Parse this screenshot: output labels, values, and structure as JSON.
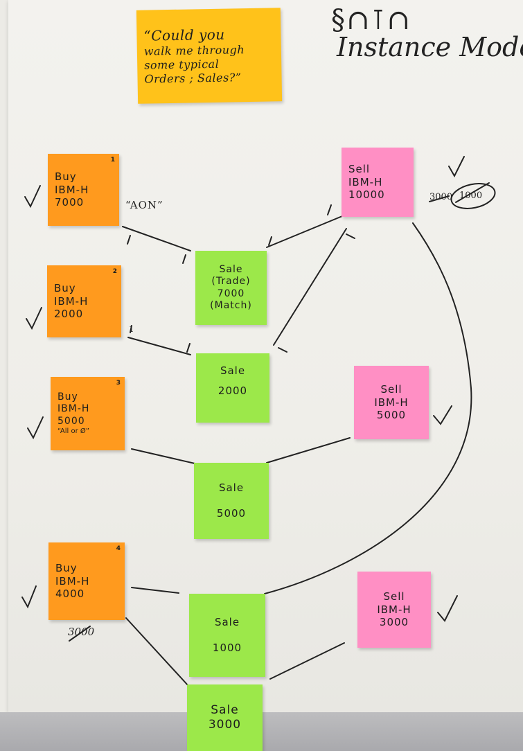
{
  "title": {
    "scribble": "§∩⊺∩",
    "text": "Instance Model"
  },
  "question_note": {
    "lines": [
      "“Could you",
      "walk me through",
      "some typical",
      "Orders ; Sales?”"
    ]
  },
  "buy_notes": [
    {
      "num": "1",
      "lines": [
        "Buy",
        "IBM-H",
        "7000"
      ]
    },
    {
      "num": "2",
      "lines": [
        "Buy",
        "IBM-H",
        "2000"
      ]
    },
    {
      "num": "3",
      "lines": [
        "Buy",
        "IBM-H",
        "5000",
        "“All or Ø”"
      ]
    },
    {
      "num": "4",
      "lines": [
        "Buy",
        "IBM-H",
        "4000"
      ]
    }
  ],
  "sell_notes": [
    {
      "lines": [
        "Sell",
        "IBM-H",
        "10000"
      ]
    },
    {
      "lines": [
        "Sell",
        "IBM-H",
        "5000"
      ]
    },
    {
      "lines": [
        "Sell",
        "IBM-H",
        "3000"
      ]
    }
  ],
  "sale_notes": [
    {
      "lines": [
        "Sale",
        "(Trade)",
        "7000",
        "(Match)"
      ]
    },
    {
      "lines": [
        "Sale",
        "2000"
      ]
    },
    {
      "lines": [
        "Sale",
        "5000"
      ]
    },
    {
      "lines": [
        "Sale",
        "1000"
      ]
    },
    {
      "lines": [
        "Sale",
        "3000"
      ]
    }
  ],
  "annotations": {
    "aon": "“AON”",
    "sell_remaining_a": "3000",
    "sell_remaining_b": "1000",
    "buy4_remaining": "3000",
    "check": "✓",
    "multiplicity": "1"
  },
  "colors": {
    "buy": "#ff9a1e",
    "sell": "#ff8fc4",
    "sale": "#9ce84a",
    "question": "#ffc21a",
    "ink": "#222222"
  }
}
